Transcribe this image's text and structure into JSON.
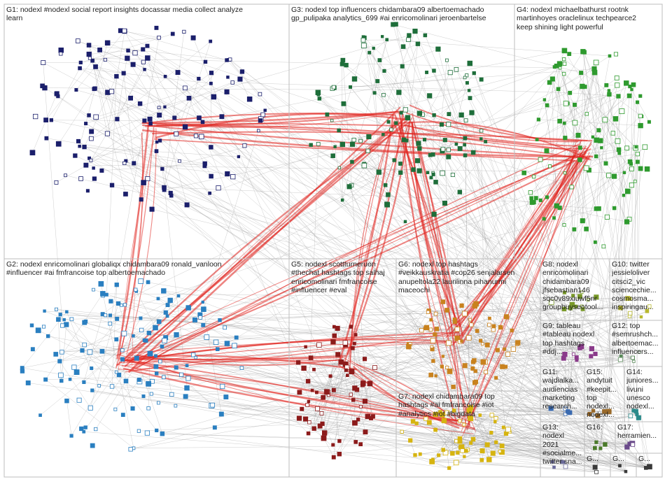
{
  "colors": {
    "background": "#ffffff",
    "cluster_border": "#bdbdbd",
    "edge_gray": "#9c9c9c",
    "edge_red": "#e0201c",
    "label_text": "#222222"
  },
  "groups": [
    {
      "id": "G1",
      "lines": [
        "G1: nodexl #nodexl social report insights docassar media collect analyze",
        "learn"
      ],
      "node_color": "#1b1f6b",
      "node_count": 140
    },
    {
      "id": "G2",
      "lines": [
        "G2: nodexl enricomolinari globaliqx chidambara09 ronald_vanloon",
        "#influencer #ai fmfrancoise top albertoemachado"
      ],
      "node_color": "#2a7fc0",
      "node_count": 150
    },
    {
      "id": "G3",
      "lines": [
        "G3: nodexl top influencers chidambara09 albertoemachado",
        "gp_pulipaka analytics_699 #ai enricomolinari jeroenbartelse"
      ],
      "node_color": "#1e6e3a",
      "node_count": 130
    },
    {
      "id": "G4",
      "lines": [
        "G4: nodexl michaelbathurst rootnk",
        "martinhoyes oraclelinux techpearce2",
        "keep shining light powerful"
      ],
      "node_color": "#2e9a2e",
      "node_count": 120
    },
    {
      "id": "G5",
      "lines": [
        "G5: nodexl scottturneruon",
        "#thechat hashtags top salhaj",
        "enricomolinari fmfrancoise",
        "#influencer #eval"
      ],
      "node_color": "#8c1b1b",
      "node_count": 70
    },
    {
      "id": "G6",
      "lines": [
        "G6: nodexl top hashtags",
        "#veikkauskratia #cop26 senjalarsen",
        "anupeltola22 laurilinna pihanurmi",
        "maceochi"
      ],
      "node_color": "#c9821e",
      "node_count": 70
    },
    {
      "id": "G7",
      "lines": [
        "G7: nodexl chidambara09 top",
        "hashtags #ai fmfrancoise #iot",
        "#analytics #iot #bigdata"
      ],
      "node_color": "#d6b410",
      "node_count": 60
    },
    {
      "id": "G8",
      "lines": [
        "G8: nodexl",
        "enricomolinari",
        "chidambara09",
        "jfsebastian146",
        "sqc0v89xiuwf5nr",
        "groupbuyseotool..."
      ],
      "node_color": "#7a9a2a",
      "node_count": 14
    },
    {
      "id": "G9",
      "lines": [
        "G9: tableau",
        "#tableau nodexl",
        "top hashtags",
        "#ddj..."
      ],
      "node_color": "#8a3a8a",
      "node_count": 10
    },
    {
      "id": "G10",
      "lines": [
        "G10: twitter",
        "jessieloliver",
        "citsci2_vic",
        "sciencechie...",
        "cosmosma...",
        "inspiringau..."
      ],
      "node_color": "#b8b830",
      "node_count": 8
    },
    {
      "id": "G11",
      "lines": [
        "G11:",
        "wajdialka...",
        "audiencias",
        "marketing",
        "research..."
      ],
      "node_color": "#3a6ab0",
      "node_count": 6
    },
    {
      "id": "G12",
      "lines": [
        "G12: top",
        "#semrushch...",
        "albertoemac...",
        "influencers..."
      ],
      "node_color": "#5a8a5a",
      "node_count": 6
    },
    {
      "id": "G13",
      "lines": [
        "G13:",
        "nodexl",
        "2021",
        "#socialme...",
        "twitter sna..."
      ],
      "node_color": "#6a6a9a",
      "node_count": 5
    },
    {
      "id": "G14",
      "lines": [
        "G14:",
        "juniores...",
        "livuni",
        "unesco",
        "nodexl..."
      ],
      "node_color": "#2a8a8a",
      "node_count": 5
    },
    {
      "id": "G15",
      "lines": [
        "G15:",
        "andytuit",
        "#keepit...",
        "top",
        "nodexl...",
        "nodexl..."
      ],
      "node_color": "#9a6a2a",
      "node_count": 5
    },
    {
      "id": "G16",
      "lines": [
        "G16:"
      ],
      "node_color": "#4a7a2a",
      "node_count": 4
    },
    {
      "id": "G17",
      "lines": [
        "G17:",
        "herramien..."
      ],
      "node_color": "#6a4a8a",
      "node_count": 4
    },
    {
      "id": "G18",
      "lines": [
        "G..."
      ],
      "node_color": "#3a3a3a",
      "node_count": 2
    },
    {
      "id": "G19",
      "lines": [
        "G..."
      ],
      "node_color": "#3a3a3a",
      "node_count": 2
    },
    {
      "id": "G20",
      "lines": [
        "G..."
      ],
      "node_color": "#3a3a3a",
      "node_count": 2
    }
  ]
}
